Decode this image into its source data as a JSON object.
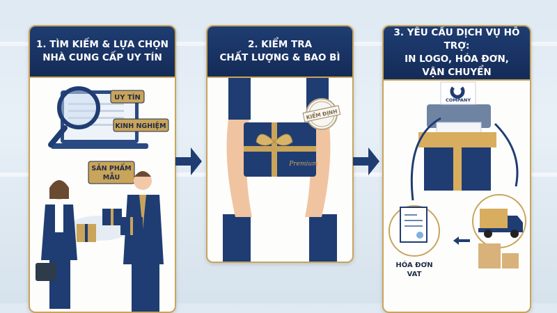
{
  "steps": [
    {
      "title_line1": "1. TÌM KIẾM & LỰA CHỌN",
      "title_line2": "NHÀ CUNG CẤP UY TÍN",
      "bubbles": [
        "UY TÍN",
        "KINH NGHIỆM",
        "SẢN PHẨM",
        "MẪU"
      ]
    },
    {
      "title_line1": "2. KIỂM TRA",
      "title_line2": "CHẤT LƯỢNG & BAO BÌ",
      "stamp": "KIỂM ĐỊNH",
      "box_brand": "Premium"
    },
    {
      "title_line1": "3. YÊU CẦU DỊCH VỤ HỖ TRỢ:",
      "title_line2": "IN LOGO, HÓA ĐƠN,",
      "title_line3": "VẬN CHUYỂN",
      "printer_logo": "COMPANY",
      "invoice_line1": "HÓA ĐƠN",
      "invoice_line2": "VAT"
    }
  ],
  "colors": {
    "navy": "#1f3d72",
    "gold": "#c9a45a",
    "background": "#e4edf5"
  },
  "icons": [
    "magnifier-icon",
    "laptop-icon",
    "gift-box-icon",
    "stamp-icon",
    "printer-icon",
    "truck-icon",
    "invoice-icon",
    "arrow-right-icon"
  ]
}
